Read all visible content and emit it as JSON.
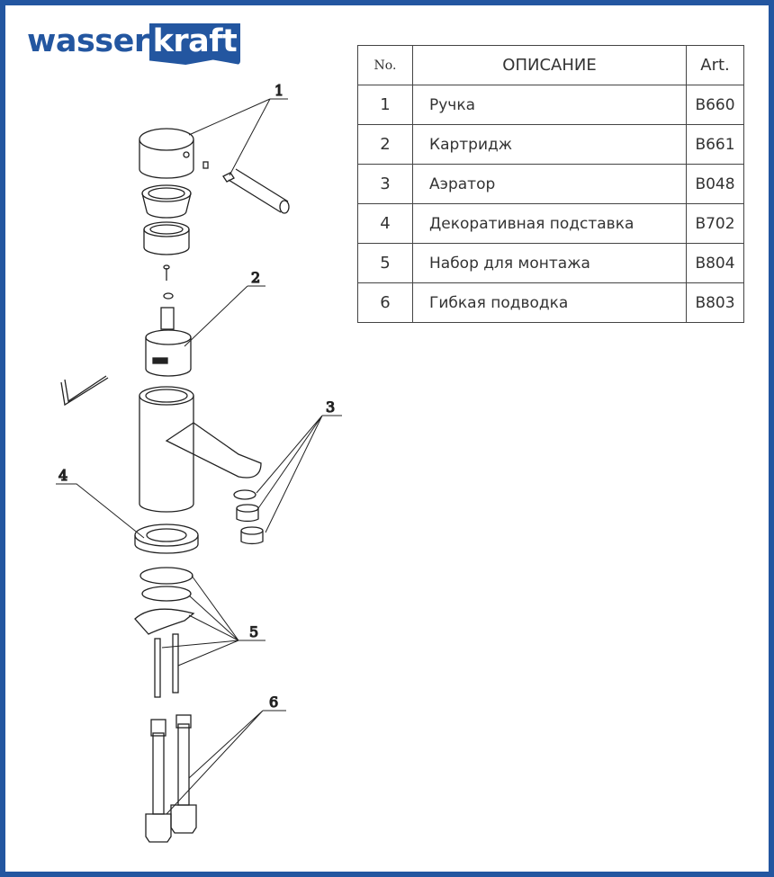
{
  "brand": {
    "part1": "wasser",
    "part2": "kraft",
    "color": "#2356a0"
  },
  "table": {
    "headers": {
      "no": "No.",
      "description": "ОПИСАНИЕ",
      "art": "Art."
    },
    "rows": [
      {
        "no": "1",
        "description": "Ручка",
        "art": "B660"
      },
      {
        "no": "2",
        "description": "Картридж",
        "art": "B661"
      },
      {
        "no": "3",
        "description": "Аэратор",
        "art": "B048"
      },
      {
        "no": "4",
        "description": "Декоративная подставка",
        "art": "B702"
      },
      {
        "no": "5",
        "description": "Набор для монтажа",
        "art": "B804"
      },
      {
        "no": "6",
        "description": "Гибкая подводка",
        "art": "B803"
      }
    ]
  },
  "callouts": [
    "1",
    "2",
    "3",
    "4",
    "5",
    "6"
  ]
}
